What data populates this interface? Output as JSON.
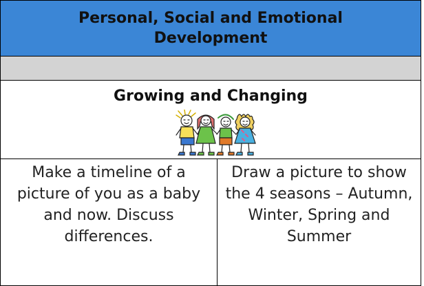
{
  "header": {
    "title": "Personal, Social and Emotional Development"
  },
  "topic": {
    "title": "Growing and Changing",
    "illustration_icon": "children-holding-hands-icon"
  },
  "activities": [
    {
      "text": "Make a timeline of a picture of you as a baby and now. Discuss differences."
    },
    {
      "text": "Draw a picture to show the 4 seasons – Autumn, Winter, Spring and Summer"
    }
  ],
  "colors": {
    "header_bg": "#3b86d6",
    "spacer_bg": "#d3d3d3",
    "border": "#000000"
  }
}
